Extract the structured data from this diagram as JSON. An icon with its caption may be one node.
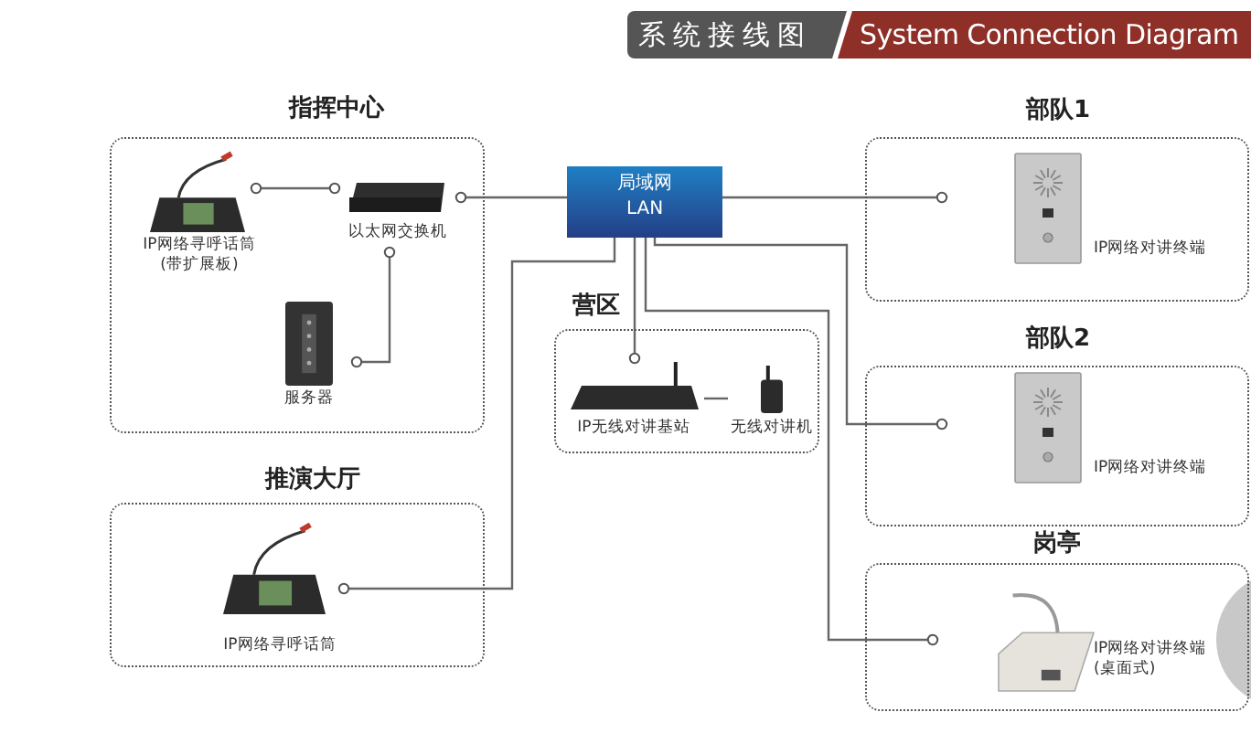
{
  "diagram": {
    "title": "系统接线图",
    "nodes": [
      {
        "text": [
          "指挥中心"
        ]
      },
      {
        "text": [
          "IP网络寻呼话筒(带扩展板)"
        ],
        "in": 0
      },
      {
        "text": [
          "以太网交换机"
        ],
        "in": 0
      },
      {
        "text": [
          "服务器"
        ],
        "in": 0
      },
      {
        "text": [
          "局域网",
          "LAN"
        ]
      },
      {
        "text": [
          "营区"
        ]
      },
      {
        "text": [
          "IP无线对讲基站"
        ],
        "in": 5
      },
      {
        "text": [
          "无线对讲机"
        ],
        "in": 5
      },
      {
        "text": [
          "部队1"
        ]
      },
      {
        "text": [
          "IP网络对讲终端"
        ],
        "in": 8
      },
      {
        "text": [
          "部队2"
        ]
      },
      {
        "text": [
          "IP网络对讲终端"
        ],
        "in": 10
      },
      {
        "text": [
          "推演大厅"
        ]
      },
      {
        "text": [
          "IP网络寻呼话筒"
        ],
        "in": 12
      },
      {
        "text": [
          "岗亭"
        ]
      },
      {
        "text": [
          "IP网络对讲终端(桌面式)"
        ],
        "in": 14
      }
    ],
    "edges": [
      {
        "from": 1,
        "to": 2,
        "arrow": "other"
      },
      {
        "from": 3,
        "to": 2,
        "arrow": "other"
      },
      {
        "from": 2,
        "to": 4,
        "arrow": "other"
      },
      {
        "from": 4,
        "to": 9,
        "arrow": "other"
      },
      {
        "from": 4,
        "to": 6,
        "arrow": "other"
      },
      {
        "from": 6,
        "to": 7,
        "arrow": "none"
      },
      {
        "from": 4,
        "to": 13,
        "arrow": "other"
      },
      {
        "from": 4,
        "to": 11,
        "arrow": "other"
      },
      {
        "from": 4,
        "to": 15,
        "arrow": "other"
      }
    ],
    "labels": [
      "System Connection Diagram"
    ]
  }
}
